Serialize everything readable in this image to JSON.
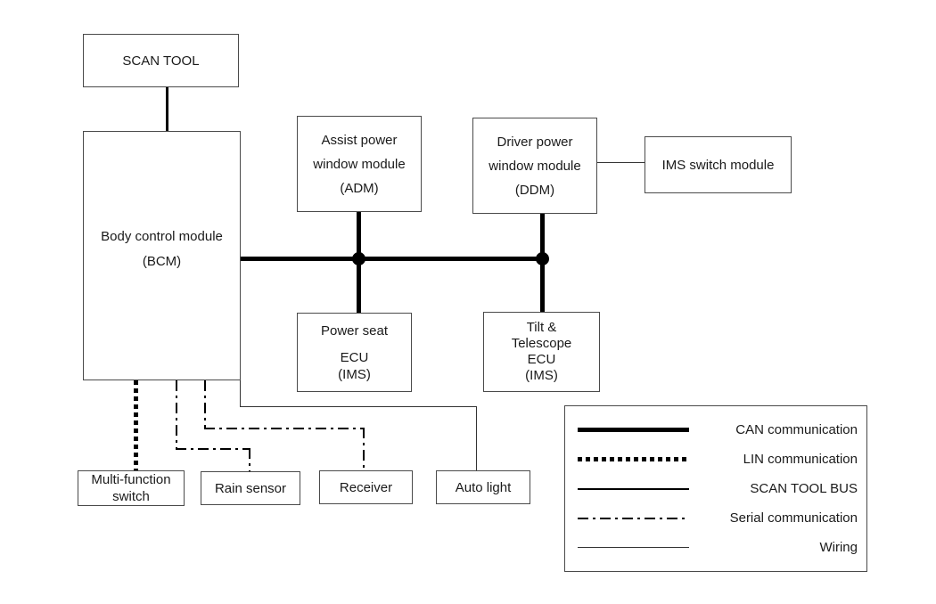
{
  "nodes": {
    "scan_tool": {
      "lines": [
        "SCAN TOOL"
      ]
    },
    "bcm": {
      "lines": [
        "Body control module",
        "(BCM)"
      ]
    },
    "adm": {
      "lines": [
        "Assist power",
        "window module",
        "(ADM)"
      ]
    },
    "ddm": {
      "lines": [
        "Driver power",
        "window module",
        "(DDM)"
      ]
    },
    "ims_switch": {
      "lines": [
        "IMS switch module"
      ]
    },
    "power_seat": {
      "lines": [
        "Power seat",
        "ECU",
        "(IMS)"
      ]
    },
    "tilt_telescope": {
      "lines": [
        "Tilt &",
        "Telescope",
        "ECU",
        "(IMS)"
      ]
    },
    "multi_function": {
      "lines": [
        "Multi-function",
        "switch"
      ]
    },
    "rain_sensor": {
      "lines": [
        "Rain sensor"
      ]
    },
    "receiver": {
      "lines": [
        "Receiver"
      ]
    },
    "auto_light": {
      "lines": [
        "Auto light"
      ]
    }
  },
  "legend": {
    "items": [
      {
        "style": "can",
        "label": "CAN communication"
      },
      {
        "style": "lin",
        "label": "LIN communication"
      },
      {
        "style": "scan_tool_bus",
        "label": "SCAN TOOL BUS"
      },
      {
        "style": "serial",
        "label": "Serial communication"
      },
      {
        "style": "wiring",
        "label": "Wiring"
      }
    ]
  },
  "colors": {
    "line": "#000000",
    "box_border": "#4a4a4a",
    "text": "#1a1a1a",
    "background": "#ffffff"
  }
}
